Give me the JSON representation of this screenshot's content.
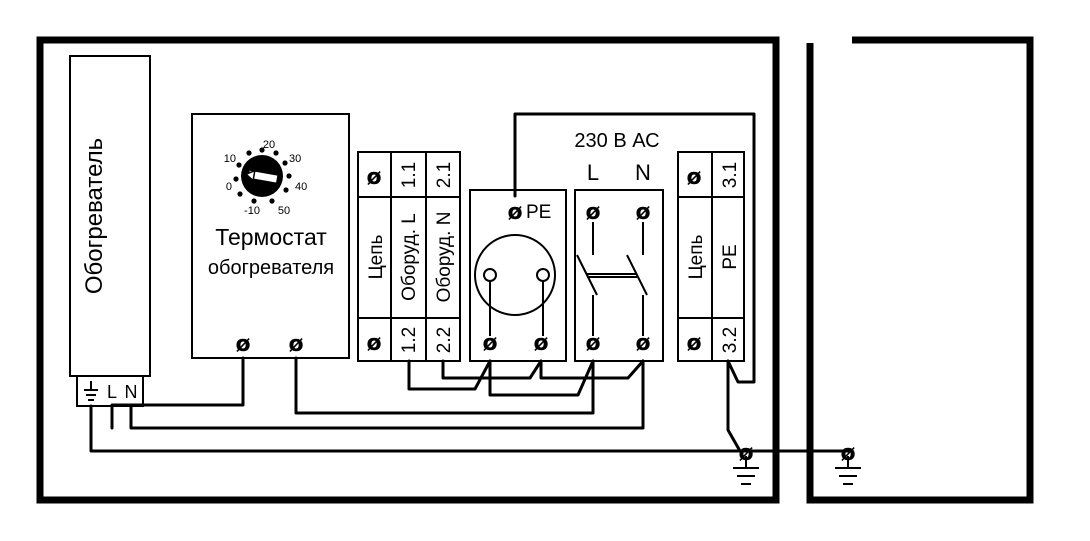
{
  "colors": {
    "line": "#000000",
    "background": "#ffffff"
  },
  "heater": {
    "label": "Обогреватель",
    "terminals": {
      "earth": "⏚",
      "l": "L",
      "n": "N"
    }
  },
  "thermostat": {
    "title": "Термостат",
    "subtitle": "обогревателя",
    "dial_labels": [
      "-10",
      "0",
      "10",
      "20",
      "30",
      "40",
      "50"
    ]
  },
  "block1": {
    "top_terminals": [
      "1.1",
      "2.1"
    ],
    "bottom_terminals": [
      "1.2",
      "2.2"
    ],
    "col_labels": [
      "Цепь",
      "Оборуд. L",
      "Оборуд. N"
    ]
  },
  "socket": {
    "pe_label": "PE"
  },
  "breaker": {
    "supply_label": "230 В АС",
    "l_label": "L",
    "n_label": "N"
  },
  "block2": {
    "top_terminal": "3.1",
    "bottom_terminal": "3.2",
    "col_labels": [
      "Цепь",
      "PE"
    ]
  },
  "screw_glyph": "ø",
  "ground_icon": "ground-symbol"
}
